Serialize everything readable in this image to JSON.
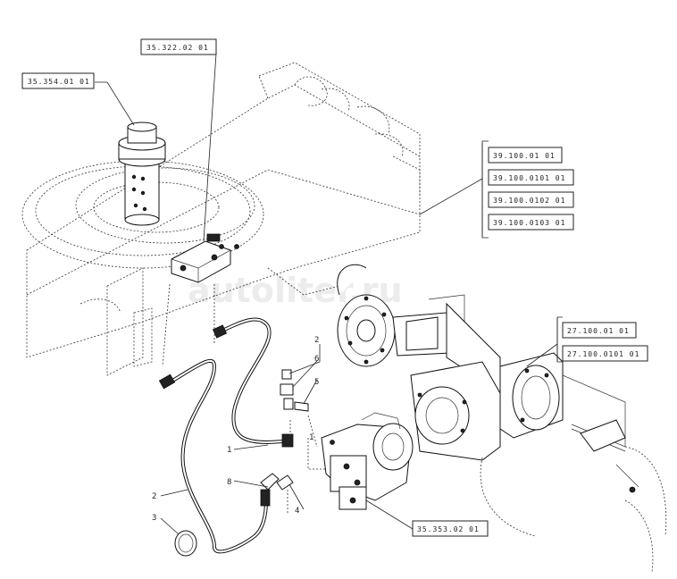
{
  "watermark": "autoliter.ru",
  "refs": {
    "r1": "35.354.01 01",
    "r2": "35.322.02 01",
    "r3": "39.100.01 01",
    "r4": "39.100.0101 01",
    "r5": "39.100.0102 01",
    "r6": "39.100.0103 01",
    "r7": "27.100.01 01",
    "r8": "27.100.0101 01",
    "r9": "35.353.02 01"
  },
  "callouts": {
    "c1a": "1",
    "c1b": "1",
    "c2a": "2",
    "c2b": "2",
    "c3": "3",
    "c4": "4",
    "c5": "5",
    "c6": "6",
    "c8": "8"
  }
}
